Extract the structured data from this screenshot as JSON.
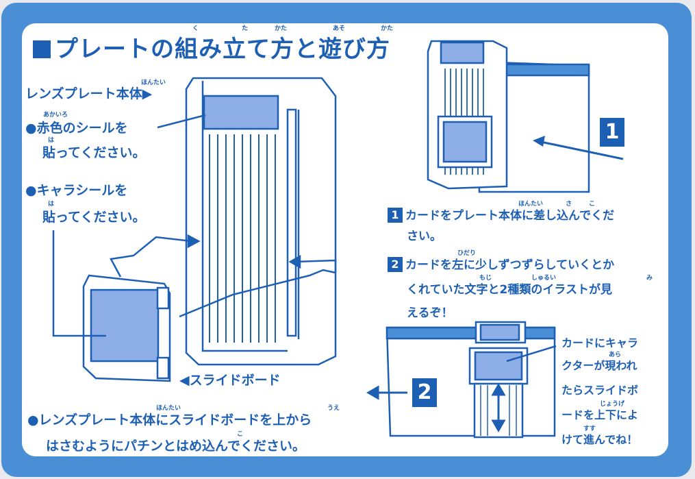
{
  "title": "プレートの組み立て方と遊び方",
  "title_ruby": [
    "く",
    "た",
    "かた",
    "あそ",
    "かた"
  ],
  "labels": {
    "lens_plate": "レンズプレート本体",
    "lens_plate_ruby": "ほんたい",
    "red_seal_line1": "●赤色のシールを",
    "red_seal_ruby": "あかいろ",
    "red_seal_line2": "貼ってください。",
    "hari_ruby": "は",
    "chara_seal_line1": "●キャラシールを",
    "chara_seal_line2": "貼ってください。",
    "slide_board": "◀スライドボード",
    "bottom_line1": "●レンズプレート本体にスライドボードを上から",
    "bottom_line2": "はさむようにパチンとはめ込んでください。",
    "ue_ruby": "うえ",
    "ko_ruby": "こ"
  },
  "steps": {
    "step1_number": "1",
    "step1_line1": "カードをプレート本体に差し込んでくだ",
    "step1_line2": "さい。",
    "step1_ruby_hontai": "ほんたい",
    "step1_ruby_sa": "さ",
    "step1_ruby_ko": "こ",
    "step2_number": "2",
    "step2_line1": "カードを左に少しずつずらしていくとか",
    "step2_ruby_hidari": "ひだり",
    "step2_line2": "くれていた文字と2種類のイラストが見",
    "step2_ruby_moji": "もじ",
    "step2_ruby_shurui": "しゅるい",
    "step2_ruby_mi": "み",
    "step2_line3": "えるぞ！"
  },
  "caption": {
    "line1": "カードにキャラ",
    "line2": "クターが現われ",
    "arawa_ruby": "あら",
    "line3": "たらスライドボ",
    "line4": "ードを上下によ",
    "joge_ruby": "じょうげ",
    "line5": "けて進んでね！",
    "susu_ruby": "すす"
  },
  "colors": {
    "border_blue": "#4a8fd6",
    "text_blue": "#1d5fb3",
    "window_blue": "#8eaee8",
    "panel": "#ffffff"
  }
}
